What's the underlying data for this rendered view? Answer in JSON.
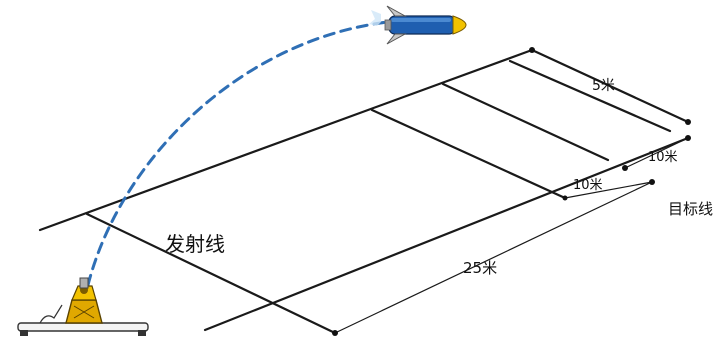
{
  "labels": {
    "launch_line": "发射线",
    "target_line": "目标线",
    "dist_5m": "5米",
    "dist_10m_a": "10米",
    "dist_10m_b": "10米",
    "dist_25m": "25米"
  },
  "colors": {
    "line": "#1a1a1a",
    "trajectory": "#2f6fb5",
    "rocket_body": "#1f5fb0",
    "rocket_nose": "#f2c200",
    "launcher": "#e0a800"
  }
}
